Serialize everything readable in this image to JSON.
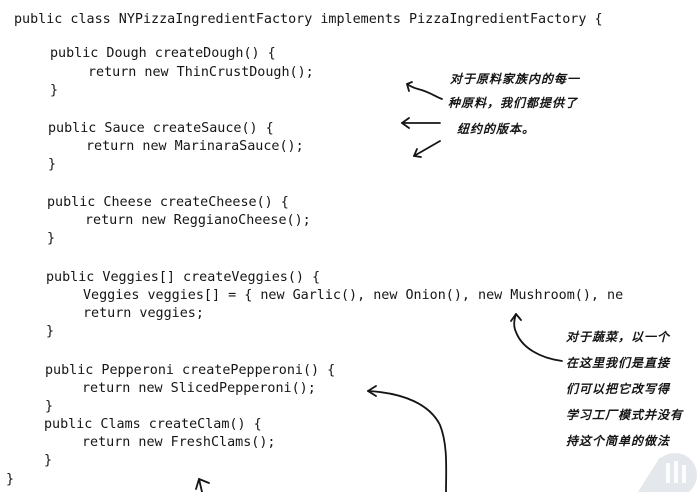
{
  "code": {
    "line_class": "public class NYPizzaIngredientFactory implements PizzaIngredientFactory {",
    "dough_sig": "public Dough createDough() {",
    "dough_ret": "return new ThinCrustDough();",
    "dough_close": "}",
    "sauce_sig": "public Sauce createSauce() {",
    "sauce_ret": "return new MarinaraSauce();",
    "sauce_close": "}",
    "cheese_sig": "public Cheese createCheese() {",
    "cheese_ret": "return new ReggianoCheese();",
    "cheese_close": "}",
    "veggies_sig": "public Veggies[] createVeggies() {",
    "veggies_decl": "Veggies veggies[] = { new Garlic(), new Onion(), new Mushroom(), ne",
    "veggies_ret": "return veggies;",
    "veggies_close": "}",
    "pepperoni_sig": "public Pepperoni createPepperoni() {",
    "pepperoni_ret": "return new SlicedPepperoni();",
    "pepperoni_close": "}",
    "clams_sig": "public Clams createClam() {",
    "clams_ret": "return new FreshClams();",
    "clams_close": "}",
    "class_close": "}"
  },
  "notes": {
    "top": [
      "对于原料家族内的每一",
      "种原料，我们都提供了",
      "纽约的版本。"
    ],
    "veggies": [
      "对于蔬菜，以一个",
      "在这里我们是直接",
      "们可以把它改写得",
      "学习工厂模式并没有",
      "持这个简单的做法"
    ]
  }
}
